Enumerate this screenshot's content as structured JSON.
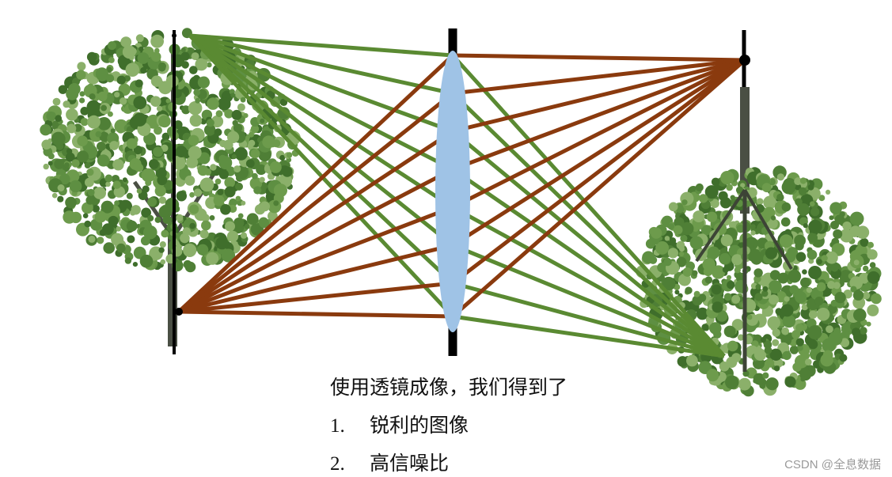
{
  "colors": {
    "green_ray": "#5a8a32",
    "brown_ray": "#8a3a0e",
    "lens": "#9fc3e6",
    "foliage": "#4f7f36",
    "trunk": "#4a4f44"
  },
  "caption": "使用透镜成像，我们得到了",
  "list": [
    {
      "num": "1.",
      "text": "锐利的图像"
    },
    {
      "num": "2.",
      "text": "高信噪比"
    }
  ],
  "watermark": "CSDN @全息数据"
}
